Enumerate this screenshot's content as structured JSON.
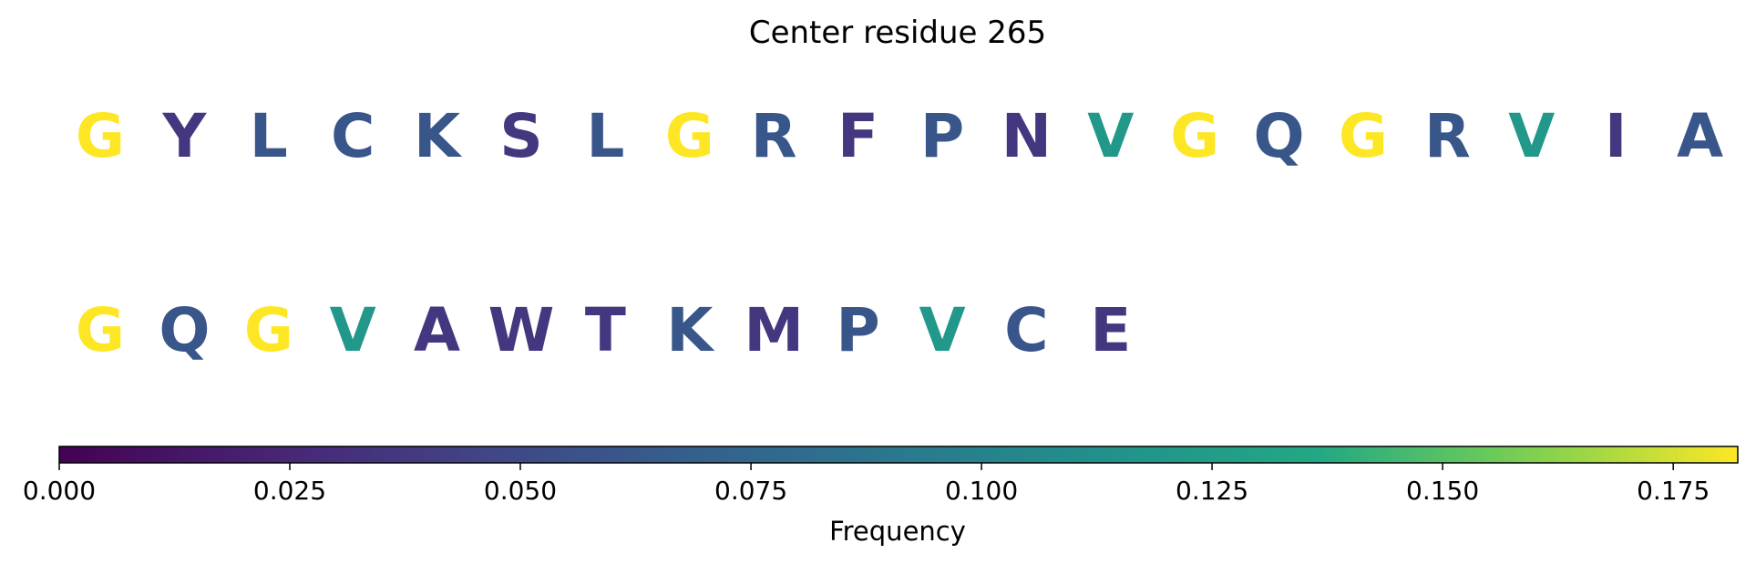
{
  "chart_data": {
    "type": "sequence-logo",
    "title": "Center residue 265",
    "rows": [
      {
        "residues": [
          {
            "letter": "G",
            "value": 0.182
          },
          {
            "letter": "Y",
            "value": 0.036
          },
          {
            "letter": "L",
            "value": 0.061
          },
          {
            "letter": "C",
            "value": 0.061
          },
          {
            "letter": "K",
            "value": 0.061
          },
          {
            "letter": "S",
            "value": 0.036
          },
          {
            "letter": "L",
            "value": 0.061
          },
          {
            "letter": "G",
            "value": 0.182
          },
          {
            "letter": "R",
            "value": 0.061
          },
          {
            "letter": "F",
            "value": 0.036
          },
          {
            "letter": "P",
            "value": 0.061
          },
          {
            "letter": "N",
            "value": 0.036
          },
          {
            "letter": "V",
            "value": 0.121
          },
          {
            "letter": "G",
            "value": 0.182
          },
          {
            "letter": "Q",
            "value": 0.061
          },
          {
            "letter": "G",
            "value": 0.182
          },
          {
            "letter": "R",
            "value": 0.061
          },
          {
            "letter": "V",
            "value": 0.121
          },
          {
            "letter": "I",
            "value": 0.036
          },
          {
            "letter": "A",
            "value": 0.061
          }
        ]
      },
      {
        "residues": [
          {
            "letter": "G",
            "value": 0.182
          },
          {
            "letter": "Q",
            "value": 0.061
          },
          {
            "letter": "G",
            "value": 0.182
          },
          {
            "letter": "V",
            "value": 0.121
          },
          {
            "letter": "A",
            "value": 0.036
          },
          {
            "letter": "W",
            "value": 0.036
          },
          {
            "letter": "T",
            "value": 0.036
          },
          {
            "letter": "K",
            "value": 0.061
          },
          {
            "letter": "M",
            "value": 0.036
          },
          {
            "letter": "P",
            "value": 0.061
          },
          {
            "letter": "V",
            "value": 0.121
          },
          {
            "letter": "C",
            "value": 0.061
          },
          {
            "letter": "E",
            "value": 0.036
          }
        ]
      }
    ],
    "colorbar": {
      "colormap": "viridis",
      "range": [
        0,
        0.182
      ],
      "orientation": "horizontal",
      "ticks": [
        {
          "value": 0.0,
          "label": "0.000"
        },
        {
          "value": 0.025,
          "label": "0.025"
        },
        {
          "value": 0.05,
          "label": "0.050"
        },
        {
          "value": 0.075,
          "label": "0.075"
        },
        {
          "value": 0.1,
          "label": "0.100"
        },
        {
          "value": 0.125,
          "label": "0.125"
        },
        {
          "value": 0.15,
          "label": "0.150"
        },
        {
          "value": 0.175,
          "label": "0.175"
        }
      ],
      "label": "Frequency"
    },
    "grid": false
  }
}
